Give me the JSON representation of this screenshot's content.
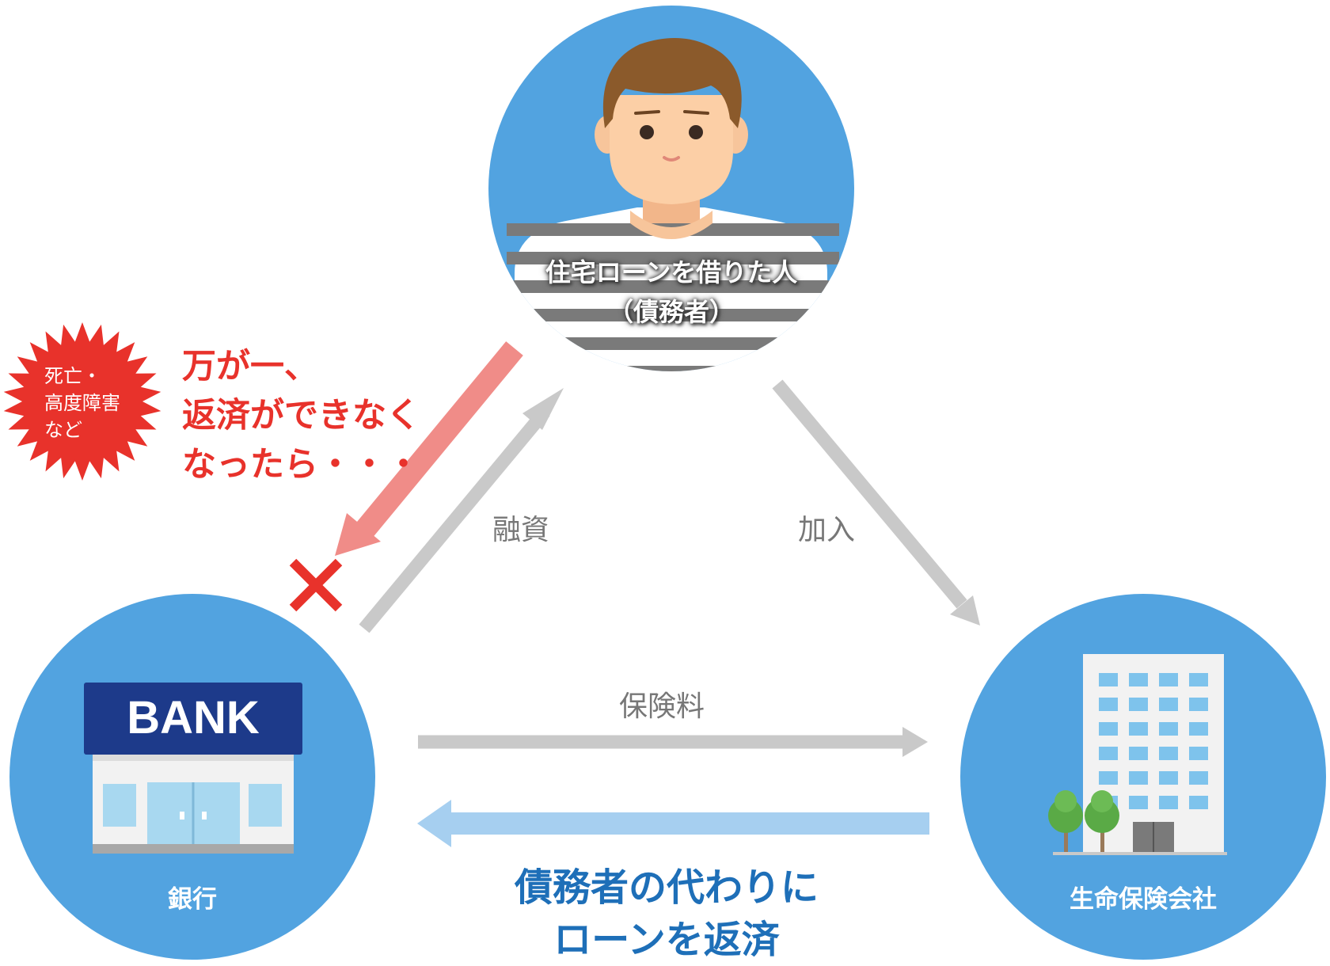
{
  "nodes": {
    "borrower_line1": "住宅ローンを借りた人",
    "borrower_line2": "（債務者）",
    "bank_sign": "BANK",
    "bank": "銀行",
    "insurer": "生命保険会社"
  },
  "edges": {
    "loan": "融資",
    "join": "加入",
    "premium": "保険料"
  },
  "warning": {
    "burst_line1": "死亡・",
    "burst_line2": "高度障害",
    "burst_line3": "など",
    "line1": "万が一、",
    "line2": "返済ができなく",
    "line3": "なったら・・・"
  },
  "repayment": {
    "line1": "債務者の代わりに",
    "line2": "ローンを返済"
  },
  "colors": {
    "circle": "#52a3e0",
    "grey_arrow": "#c9c9c9",
    "red_arrow": "#f08c88",
    "blue_arrow": "#a6cff0",
    "warning_red": "#e8322b",
    "repay_blue": "#1e6fb8",
    "bank_sign": "#1d3a8a"
  },
  "icons": [
    "person-icon",
    "bank-building-icon",
    "office-building-icon",
    "cross-icon",
    "burst-icon"
  ]
}
